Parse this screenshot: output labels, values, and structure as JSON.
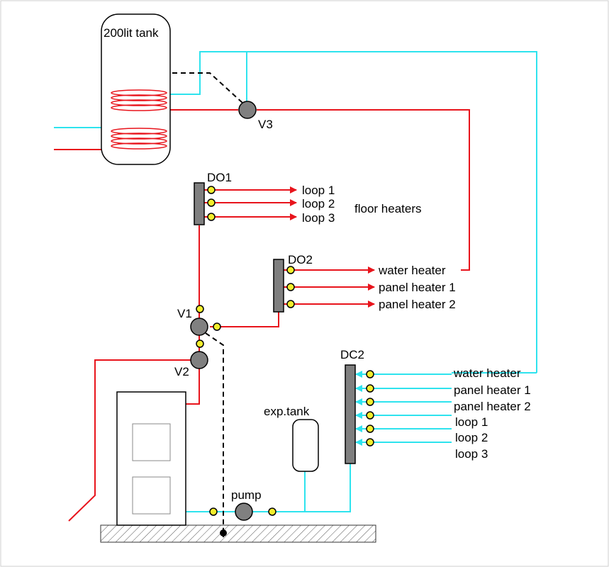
{
  "title": "",
  "colors": {
    "hot_pipe": "#e8141c",
    "return_pipe": "#2ee3ee",
    "control_line": "#000000",
    "fitting": "#f3ee2c",
    "valve": "#808080",
    "manifold": "#7f7f7f"
  },
  "labels": {
    "tank": "200lit tank",
    "v1": "V1",
    "v2": "V2",
    "v3": "V3",
    "do1": "DO1",
    "do2": "DO2",
    "dc2": "DC2",
    "floor_heaters": "floor heaters",
    "pump": "pump",
    "exp_tank": "exp.tank"
  },
  "do1_outputs": [
    "loop 1",
    "loop 2",
    "loop 3"
  ],
  "do2_outputs": [
    "water heater",
    "panel heater 1",
    "panel heater 2"
  ],
  "dc2_inputs": [
    "water heater",
    "panel heater 1",
    "panel heater 2",
    "loop 1",
    "loop 2",
    "loop 3"
  ]
}
